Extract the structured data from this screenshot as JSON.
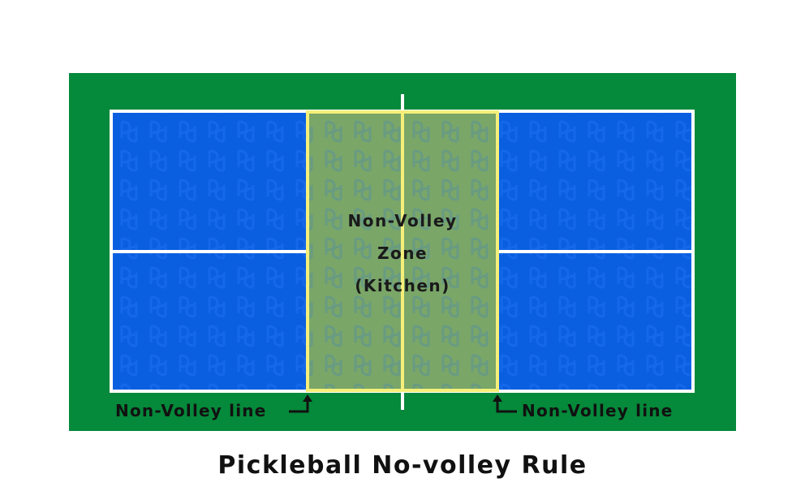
{
  "diagram": {
    "kitchen_label_lines": [
      "Non-Volley",
      "Zone",
      "(Kitchen)"
    ],
    "non_volley_line_left": "Non-Volley line",
    "non_volley_line_right": "Non-Volley line",
    "caption": "Pickleball No-volley Rule",
    "colors": {
      "surround": "#05893a",
      "court": "#0a5fe0",
      "kitchen": "#7aa668",
      "court_lines": "#ffffff",
      "kitchen_lines": "#f5ef7a",
      "text": "#111111"
    }
  }
}
